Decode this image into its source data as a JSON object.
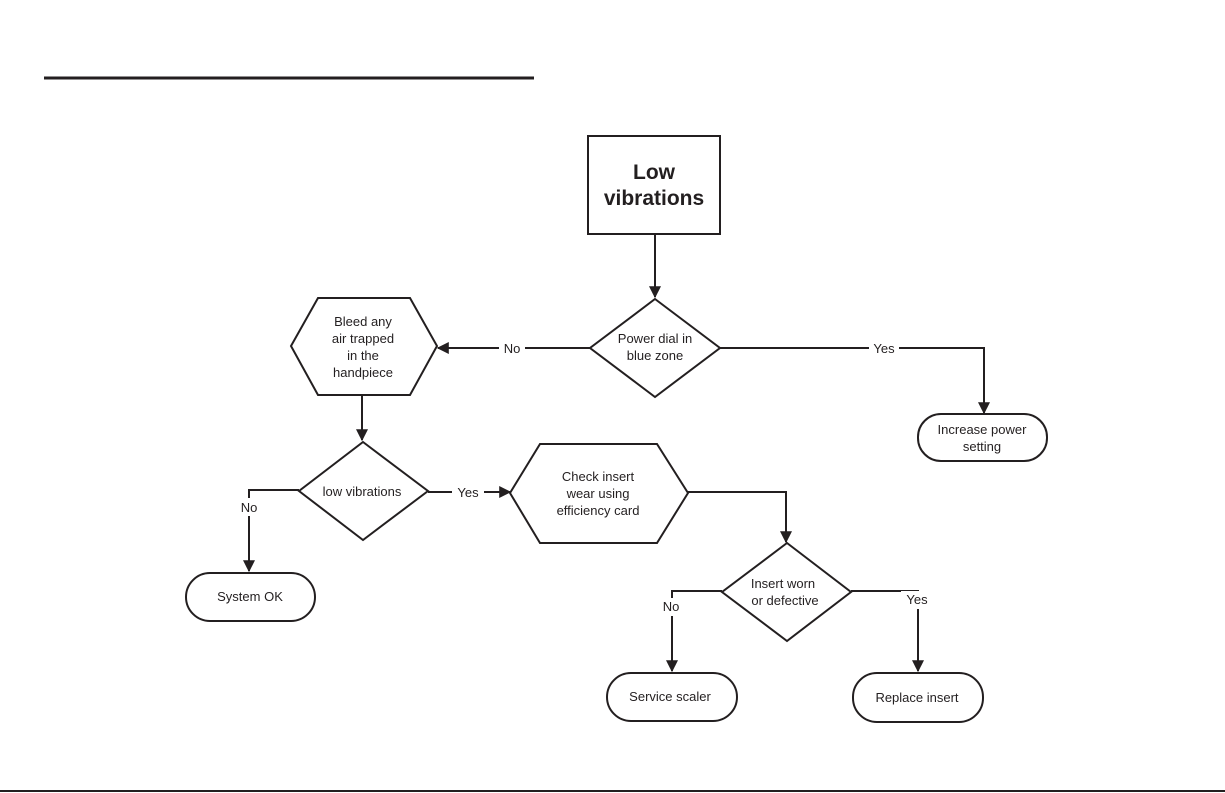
{
  "nodes": {
    "start": {
      "line1": "Low",
      "line2": "vibrations"
    },
    "power_dial": {
      "line1": "Power dial in",
      "line2": "blue zone"
    },
    "bleed": {
      "line1": "Bleed any",
      "line2": "air trapped",
      "line3": "in the",
      "line4": "handpiece"
    },
    "increase_power": {
      "line1": "Increase power",
      "line2": "setting"
    },
    "low_vib_check": {
      "line1": "low vibrations"
    },
    "check_insert": {
      "line1": "Check insert",
      "line2": "wear using",
      "line3": "efficiency card"
    },
    "system_ok": {
      "line1": "System OK"
    },
    "insert_worn": {
      "line1": "Insert worn",
      "line2": "or defective"
    },
    "service_scaler": {
      "line1": "Service scaler"
    },
    "replace_insert": {
      "line1": "Replace insert"
    }
  },
  "edges": {
    "power_no": "No",
    "power_yes": "Yes",
    "lowvib_no": "No",
    "lowvib_yes": "Yes",
    "worn_no": "No",
    "worn_yes": "Yes"
  }
}
